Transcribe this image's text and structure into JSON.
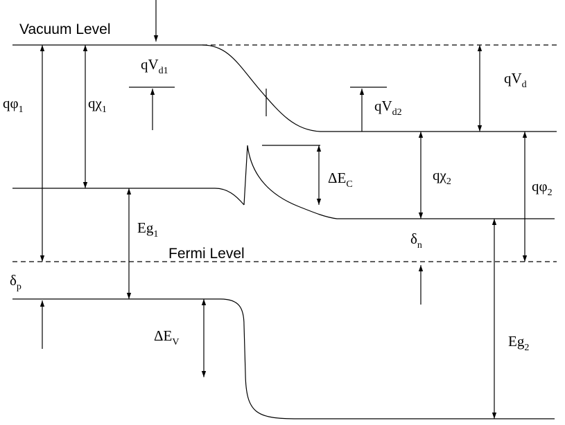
{
  "labels": {
    "vacuum_level": "Vacuum Level",
    "fermi_level": "Fermi Level",
    "q_phi1": {
      "main": "qφ",
      "sub": "1"
    },
    "q_chi1": {
      "main": "qχ",
      "sub": "1"
    },
    "q_vd1": {
      "main": "qV",
      "sub": "d1"
    },
    "q_vd2": {
      "main": "qV",
      "sub": "d2"
    },
    "q_vd": {
      "main": "qV",
      "sub": "d"
    },
    "q_chi2": {
      "main": "qχ",
      "sub": "2"
    },
    "q_phi2": {
      "main": "qφ",
      "sub": "2"
    },
    "delta_ec": {
      "main": "ΔE",
      "sub": "C"
    },
    "delta_ev": {
      "main": "ΔE",
      "sub": "V"
    },
    "eg1": {
      "main": "Eg",
      "sub": "1"
    },
    "eg2": {
      "main": "Eg",
      "sub": "2"
    },
    "delta_p": {
      "main": "δ",
      "sub": "p"
    },
    "delta_n": {
      "main": "δ",
      "sub": "n"
    }
  }
}
